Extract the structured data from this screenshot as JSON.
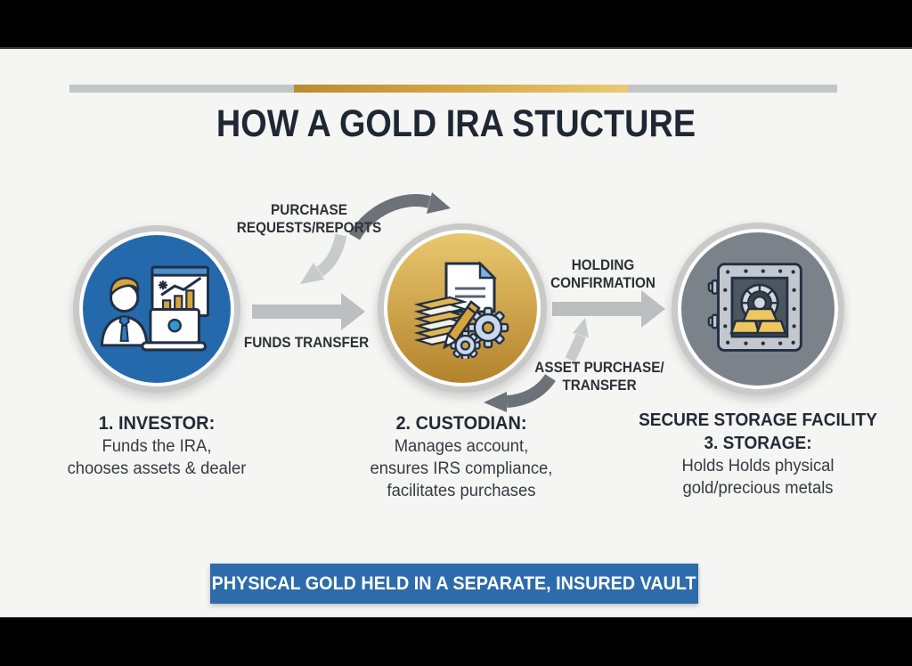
{
  "header": {
    "title": "HOW A GOLD IRA STUCTURE"
  },
  "flow_labels": {
    "purchase_requests_line1": "PURCHASE",
    "purchase_requests_line2": "REQUESTS/REPORTS",
    "funds_transfer": "FUNDS TRANSFER",
    "holding_confirmation_line1": "HOLDING",
    "holding_confirmation_line2": "CONFIRMATION",
    "asset_purchase_line1": "ASSET PURCHASE/",
    "asset_purchase_line2": "TRANSFER"
  },
  "nodes": [
    {
      "id": "investor",
      "icon": "investor-at-laptop-icon",
      "heading": "1. INVESTOR:",
      "line1": "Funds the IRA,",
      "line2": "chooses assets & dealer"
    },
    {
      "id": "custodian",
      "icon": "documents-pen-gears-icon",
      "heading": "2. CUSTODIAN:",
      "line1": "Manages account,",
      "line2": "ensures IRS compliance,",
      "line3": "facilitates purchases"
    },
    {
      "id": "storage",
      "icon": "vault-icon",
      "pre_heading": "SECURE STORAGE FACILITY",
      "heading": "3. STORAGE:",
      "line1": "Holds Holds physical",
      "line2": "gold/precious metals"
    }
  ],
  "banner": {
    "text": "PHYSICAL GOLD HELD IN A SEPARATE, INSURED VAULT"
  },
  "colors": {
    "investor": "#2569ad",
    "custodian_top": "#e9c76e",
    "custodian_bottom": "#b3832c",
    "storage": "#7c828a",
    "banner": "#2e6bab",
    "arrow_light": "#c8cacc",
    "arrow_straight": "#bcbec0",
    "arrow_dark": "#6d7278",
    "gold_accent": "#d7a43c",
    "outline_navy": "#223043"
  }
}
